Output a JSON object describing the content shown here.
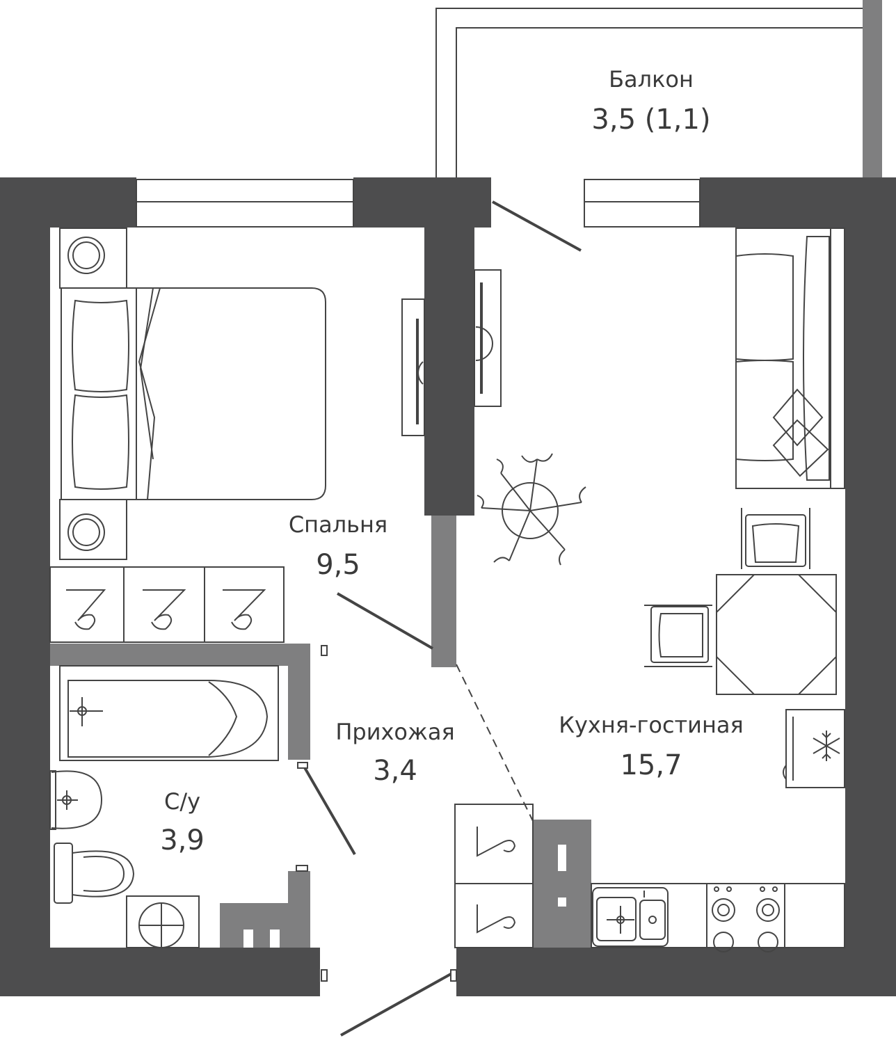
{
  "colors": {
    "wall": "#4d4d4e",
    "partition": "#7f7f80",
    "line": "#444444",
    "text": "#3a3a3a"
  },
  "rooms": [
    {
      "key": "balcony",
      "name": "Балкон",
      "area": "3,5 (1,1)"
    },
    {
      "key": "bedroom",
      "name": "Спальня",
      "area": "9,5"
    },
    {
      "key": "hallway",
      "name": "Прихожая",
      "area": "3,4"
    },
    {
      "key": "bathroom",
      "name": "С/у",
      "area": "3,9"
    },
    {
      "key": "kitchen_living",
      "name": "Кухня-гостиная",
      "area": "15,7"
    }
  ],
  "icons": [
    "double-bed-icon",
    "wardrobe-icon",
    "bathtub-icon",
    "washbasin-icon",
    "toilet-icon",
    "washing-machine-icon",
    "sofa-icon",
    "dining-table-icon",
    "chair-icon",
    "plant-icon",
    "tv-icon",
    "fridge-icon",
    "snowflake-icon",
    "sink-icon",
    "stove-icon",
    "door-icon",
    "window-icon"
  ]
}
